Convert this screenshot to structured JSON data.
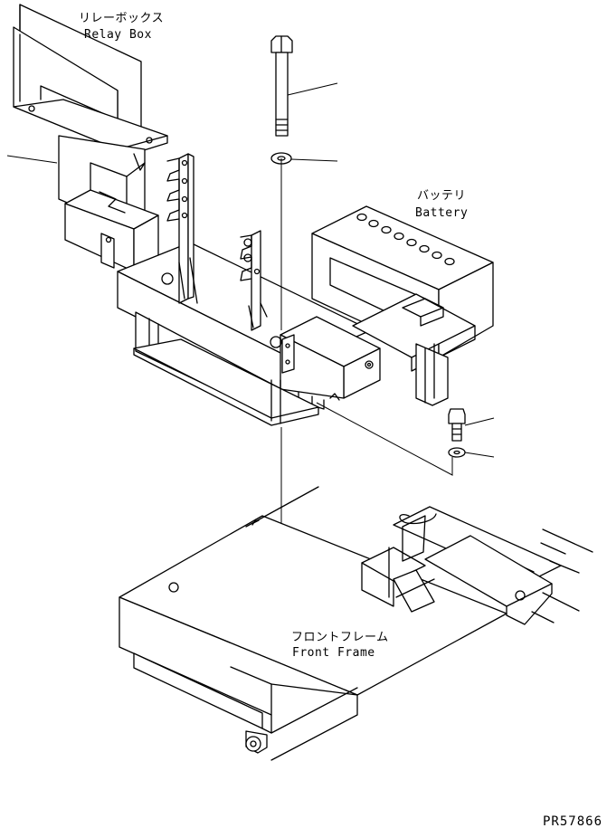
{
  "labels": {
    "relay_box_jp": "リレーボックス",
    "relay_box_en": "Relay Box",
    "battery_jp": "バッテリ",
    "battery_en": "Battery",
    "front_frame_jp": "フロントフレーム",
    "front_frame_en": "Front Frame"
  },
  "drawing_code": "PR57866"
}
